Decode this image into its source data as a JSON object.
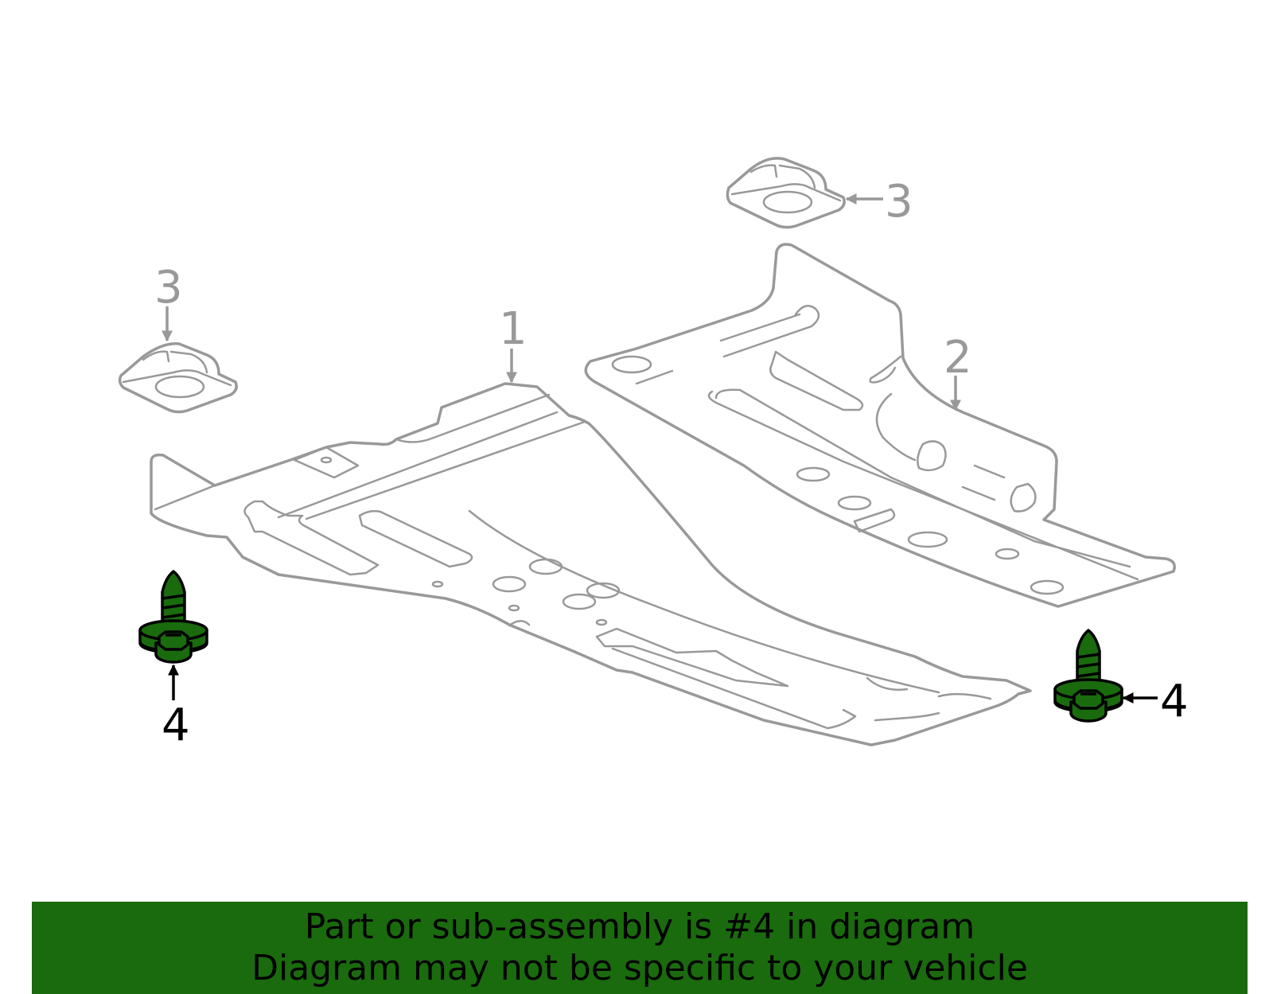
{
  "callouts": {
    "part1": "1",
    "part2": "2",
    "part3_left": "3",
    "part3_right": "3",
    "part4_left": "4",
    "part4_right": "4"
  },
  "banner": {
    "line1": "Part or sub-assembly is #4 in diagram",
    "line2": "Diagram may not be specific to your vehicle"
  },
  "colors": {
    "highlight": "#1a6b0d",
    "outline": "#999999"
  }
}
